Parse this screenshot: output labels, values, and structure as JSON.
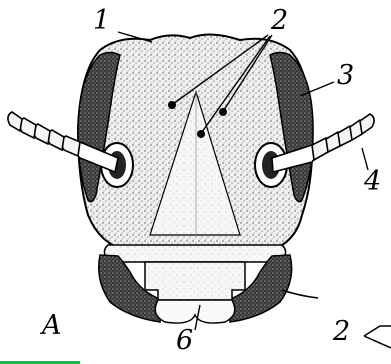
{
  "labels": {
    "l1": "1",
    "l2": "2",
    "l3": "3",
    "l4": "4",
    "l6": "6",
    "panel": "A",
    "l2b": "2"
  },
  "colors": {
    "ink": "#000000",
    "paper": "#ffffff",
    "stipple_dark": "#2a2a2a",
    "stipple_light": "#bdbdbd",
    "accent_bar": "#22b14c"
  }
}
